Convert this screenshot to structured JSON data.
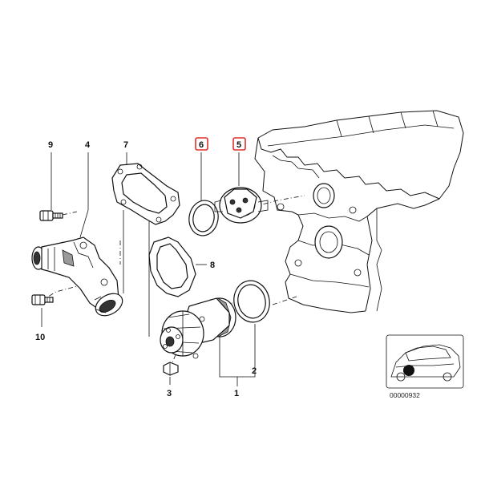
{
  "callouts": {
    "c1": "1",
    "c2": "2",
    "c3": "3",
    "c4": "4",
    "c5": "5",
    "c6": "6",
    "c7": "7",
    "c8": "8",
    "c9": "9",
    "c10": "10"
  },
  "highlighted_callouts": [
    "5",
    "6"
  ],
  "highlight_color": "#e0302a",
  "thumbnail": {
    "code": "00000932"
  }
}
